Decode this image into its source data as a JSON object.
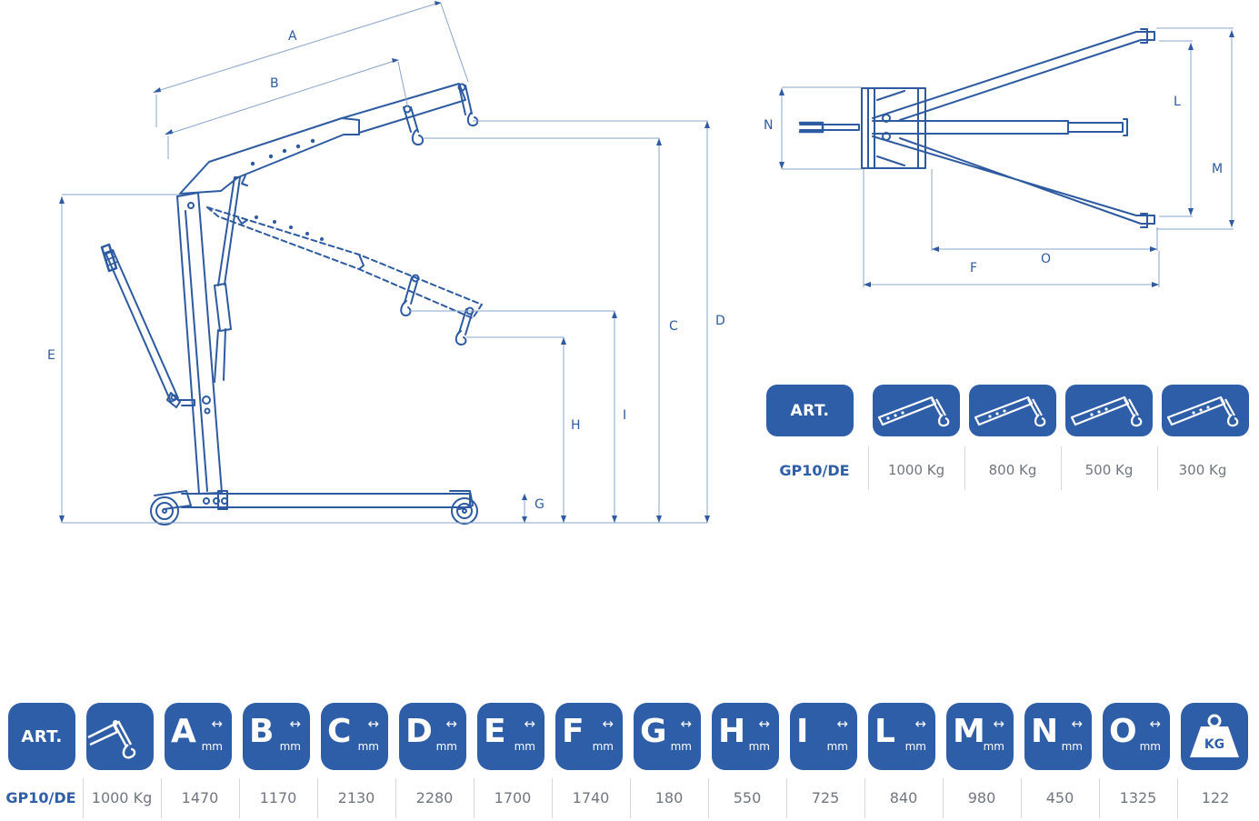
{
  "diagram": {
    "labels": {
      "A": "A",
      "B": "B",
      "C": "C",
      "D": "D",
      "E": "E",
      "F": "F",
      "G": "G",
      "H": "H",
      "I": "I",
      "L": "L",
      "M": "M",
      "N": "N",
      "O": "O"
    }
  },
  "capacity_table": {
    "header": "ART.",
    "model": "GP10/DE",
    "values": [
      "1000 Kg",
      "800 Kg",
      "500 Kg",
      "300 Kg"
    ]
  },
  "dimensions_table": {
    "header": "ART.",
    "model": "GP10/DE",
    "unit": "mm",
    "letters": [
      "A",
      "B",
      "C",
      "D",
      "E",
      "F",
      "G",
      "H",
      "I",
      "L",
      "M",
      "N",
      "O"
    ],
    "capacity": "1000 Kg",
    "values": [
      "1470",
      "1170",
      "2130",
      "2280",
      "1700",
      "1740",
      "180",
      "550",
      "725",
      "840",
      "980",
      "450",
      "1325"
    ],
    "weight_icon_label": "KG",
    "weight": "122"
  },
  "colors": {
    "brand": "#2f5ea8",
    "line": "#2d5aa0",
    "value_text": "#707680",
    "separator": "#d4d8de"
  },
  "icons": [
    "hook-arm-icon",
    "double-arrow-icon",
    "weight-kg-icon"
  ]
}
